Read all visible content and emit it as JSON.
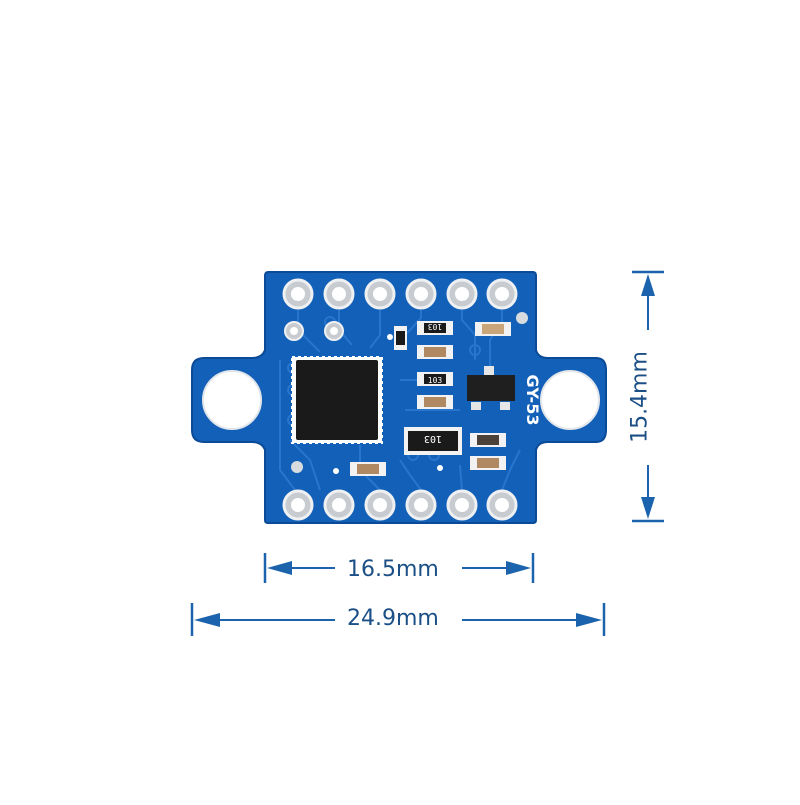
{
  "product": {
    "model_label": "GY-53",
    "colors": {
      "pcb": "#1360b8",
      "pcb_dark": "#0b4a97",
      "trace": "#2a78cf",
      "pad": "#d9dcdf",
      "chip": "#1a1a1a",
      "dimension": "#1b63ad",
      "dimension_text": "#1b4f86"
    },
    "components": {
      "resistor_labels": [
        "103",
        "103",
        "103",
        "103"
      ],
      "resistor_array_label": "103",
      "main_ic": "QFN package",
      "top_pin_count": 6,
      "bottom_pin_count": 6,
      "mounting_holes": 2
    }
  },
  "dimensions": {
    "height_label": "15.4mm",
    "inner_width_label": "16.5mm",
    "total_width_label": "24.9mm"
  }
}
